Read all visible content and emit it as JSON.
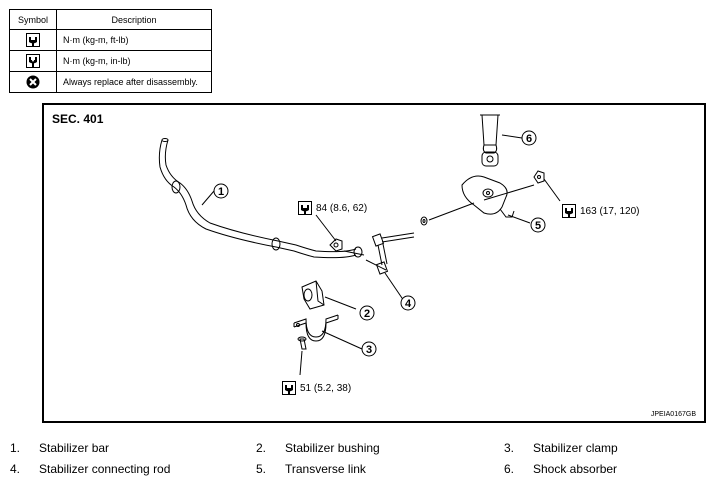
{
  "legend": {
    "header_symbol": "Symbol",
    "header_description": "Description",
    "rows": [
      {
        "icon": "torque-wrench-icon",
        "description": "N·m (kg-m, ft-lb)"
      },
      {
        "icon": "torque-wrench-small-icon",
        "description": "N·m (kg-m, in-lb)"
      },
      {
        "icon": "replace-part-icon",
        "description": "Always replace after disassembly."
      }
    ]
  },
  "diagram": {
    "section": "SEC. 401",
    "figure_id": "JPEIA0167GB",
    "part_numbers": [
      "1",
      "2",
      "3",
      "4",
      "5",
      "6"
    ],
    "torques": [
      {
        "icon": "torque-wrench-icon",
        "value": "84 (8.6, 62)"
      },
      {
        "icon": "torque-wrench-icon",
        "value": "163 (17, 120)"
      },
      {
        "icon": "torque-wrench-icon",
        "value": "51 (5.2, 38)"
      }
    ]
  },
  "parts": [
    {
      "num": "1.",
      "name": "Stabilizer bar"
    },
    {
      "num": "2.",
      "name": "Stabilizer bushing"
    },
    {
      "num": "3.",
      "name": "Stabilizer clamp"
    },
    {
      "num": "4.",
      "name": "Stabilizer connecting rod"
    },
    {
      "num": "5.",
      "name": "Transverse link"
    },
    {
      "num": "6.",
      "name": "Shock absorber"
    }
  ]
}
